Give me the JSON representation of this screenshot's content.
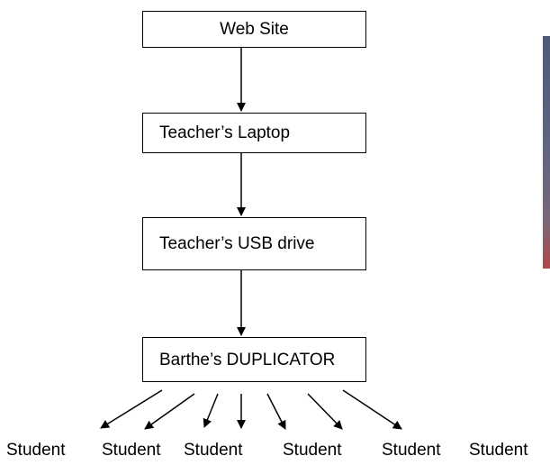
{
  "nodes": {
    "website": "Web Site",
    "laptop": "Teacher’s Laptop",
    "usb": "Teacher’s USB drive",
    "duplicator": "Barthe’s DUPLICATOR"
  },
  "students": [
    "Student",
    "Student",
    "Student",
    "Student",
    "Student",
    "Student"
  ]
}
